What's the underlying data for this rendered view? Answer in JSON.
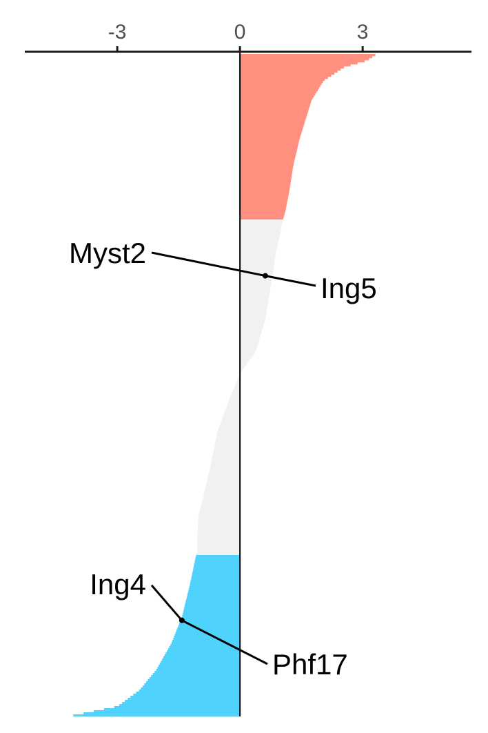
{
  "chart_data": {
    "type": "bar",
    "orientation": "horizontal",
    "sorted": "descending",
    "xlim": [
      -5.26,
      5.66
    ],
    "x_ticks": [
      {
        "value": -3,
        "label": "-3"
      },
      {
        "value": 0,
        "label": "0"
      },
      {
        "value": 3,
        "label": "3"
      }
    ],
    "axis_position": "top",
    "grid": false,
    "legend": "none",
    "colors": {
      "up": "#ff9080",
      "neutral": "#f2f1ef",
      "down": "#4fd3fc",
      "axis": "#1a1a1a",
      "ticks": "#4d4d4d"
    },
    "profile": [
      {
        "rank": 0.0,
        "value": 3.35
      },
      {
        "rank": 0.01,
        "value": 3.1
      },
      {
        "rank": 0.02,
        "value": 2.55
      },
      {
        "rank": 0.04,
        "value": 2.05
      },
      {
        "rank": 0.07,
        "value": 1.75
      },
      {
        "rank": 0.1,
        "value": 1.6
      },
      {
        "rank": 0.13,
        "value": 1.45
      },
      {
        "rank": 0.17,
        "value": 1.3
      },
      {
        "rank": 0.21,
        "value": 1.2
      },
      {
        "rank": 0.25,
        "value": 1.05
      },
      {
        "rank": 0.24,
        "value": 1.1
      },
      {
        "rank": 0.28,
        "value": 0.95
      },
      {
        "rank": 0.3,
        "value": 0.88
      },
      {
        "rank": 0.34,
        "value": 0.78
      },
      {
        "rank": 0.4,
        "value": 0.62
      },
      {
        "rank": 0.45,
        "value": 0.38
      },
      {
        "rank": 0.48,
        "value": 0.02
      },
      {
        "rank": 0.52,
        "value": -0.25
      },
      {
        "rank": 0.57,
        "value": -0.55
      },
      {
        "rank": 0.63,
        "value": -0.75
      },
      {
        "rank": 0.7,
        "value": -1.02
      },
      {
        "rank": 0.75,
        "value": -1.05
      },
      {
        "rank": 0.8,
        "value": -1.22
      },
      {
        "rank": 0.85,
        "value": -1.42
      },
      {
        "rank": 0.89,
        "value": -1.68
      },
      {
        "rank": 0.93,
        "value": -2.05
      },
      {
        "rank": 0.96,
        "value": -2.45
      },
      {
        "rank": 0.985,
        "value": -3.0
      },
      {
        "rank": 1.0,
        "value": -4.2
      }
    ],
    "up_until_rank": 0.25,
    "down_from_rank": 0.755,
    "highlights": [
      {
        "label": "Myst2",
        "rank": 0.335,
        "value": 0.62,
        "label_side": "left"
      },
      {
        "label": "Ing5",
        "rank": 0.335,
        "value": 0.62,
        "label_side": "right"
      },
      {
        "label": "Ing4",
        "rank": 0.855,
        "value": -1.42,
        "label_side": "left"
      },
      {
        "label": "Phf17",
        "rank": 0.855,
        "value": -1.42,
        "label_side": "right"
      }
    ]
  }
}
